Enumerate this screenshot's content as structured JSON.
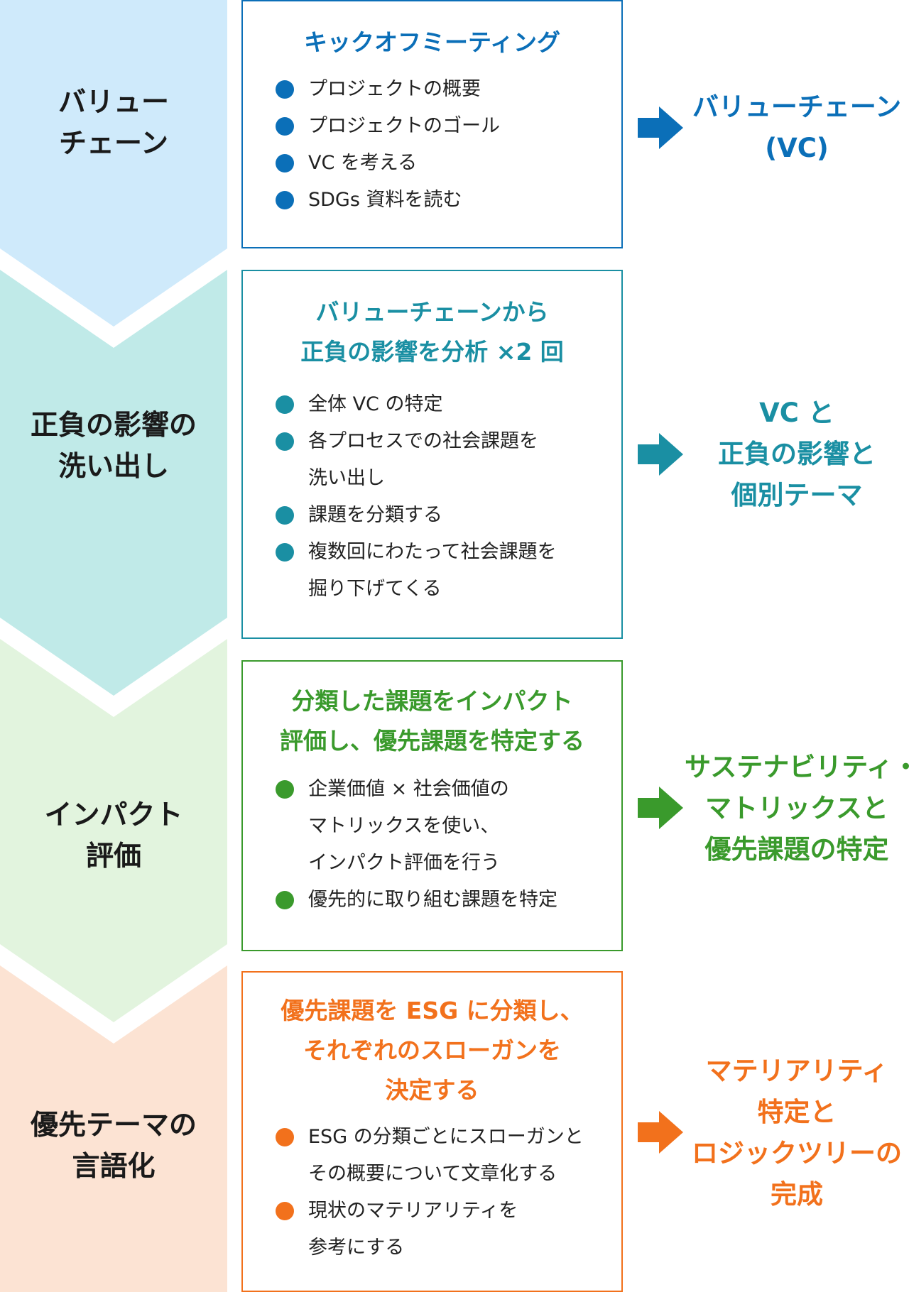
{
  "stages": [
    {
      "color": "#0b6fb8",
      "band_color": "#cfeafb",
      "label_lines": [
        "バリュー",
        "チェーン"
      ],
      "box_title_lines": [
        "キックオフミーティング"
      ],
      "bullets": [
        [
          "プロジェクトの概要"
        ],
        [
          "プロジェクトのゴール"
        ],
        [
          "VC を考える"
        ],
        [
          "SDGs 資料を読む"
        ]
      ],
      "result_lines": [
        "バリューチェーン",
        "(VC)"
      ]
    },
    {
      "color": "#1a8fa3",
      "band_color": "#c0eae8",
      "label_lines": [
        "正負の影響の",
        "洗い出し"
      ],
      "box_title_lines": [
        "バリューチェーンから",
        "正負の影響を分析 ×2 回"
      ],
      "bullets": [
        [
          "全体 VC の特定"
        ],
        [
          "各プロセスでの社会課題を",
          "洗い出し"
        ],
        [
          "課題を分類する"
        ],
        [
          "複数回にわたって社会課題を",
          "掘り下げてくる"
        ]
      ],
      "result_lines": [
        "VC と",
        "正負の影響と",
        "個別テーマ"
      ]
    },
    {
      "color": "#3a9a2c",
      "band_color": "#e2f4de",
      "label_lines": [
        "インパクト",
        "評価"
      ],
      "box_title_lines": [
        "分類した課題をインパクト",
        "評価し、優先課題を特定する"
      ],
      "bullets": [
        [
          "企業価値 × 社会価値の",
          "マトリックスを使い、",
          "インパクト評価を行う"
        ],
        [
          "優先的に取り組む課題を特定"
        ]
      ],
      "result_lines": [
        "サステナビリティ・",
        "マトリックスと",
        "優先課題の特定"
      ]
    },
    {
      "color": "#f2711c",
      "band_color": "#fce3d3",
      "label_lines": [
        "優先テーマの",
        "言語化"
      ],
      "box_title_lines": [
        "優先課題を ESG に分類し、",
        "それぞれのスローガンを",
        "決定する"
      ],
      "bullets": [
        [
          "ESG の分類ごとにスローガンと",
          "その概要について文章化する"
        ],
        [
          "現状のマテリアリティを",
          "参考にする"
        ]
      ],
      "result_lines": [
        "マテリアリティ",
        "特定と",
        "ロジックツリーの",
        "完成"
      ]
    }
  ]
}
